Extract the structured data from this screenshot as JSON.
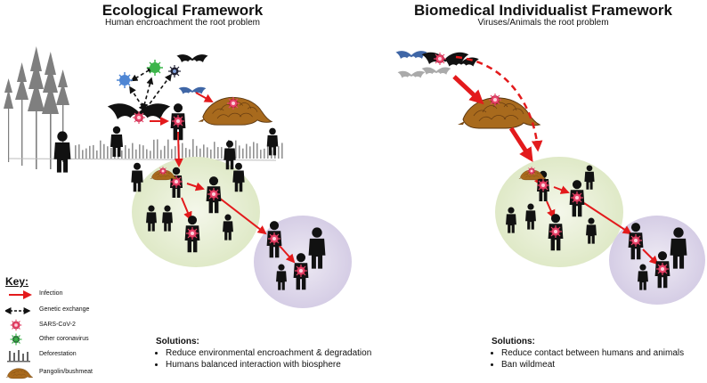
{
  "ecological": {
    "title": "Ecological Framework",
    "subtitle": "Human encroachment the root problem",
    "solutions_heading": "Solutions:",
    "solutions": [
      "Reduce environmental encroachment & degradation",
      "Humans balanced interaction with biosphere"
    ]
  },
  "biomedical": {
    "title": "Biomedical Individualist Framework",
    "subtitle": "Viruses/Animals the root problem",
    "solutions_heading": "Solutions:",
    "solutions": [
      "Reduce contact between humans and animals",
      "Ban wildmeat"
    ]
  },
  "key": {
    "title": "Key:",
    "items": [
      {
        "label": "Infection",
        "icon": "red-arrow-icon"
      },
      {
        "label": "Genetic exchange",
        "icon": "dashed-double-arrow-icon"
      },
      {
        "label": "SARS-CoV-2",
        "icon": "sars-cov-2-virus-icon"
      },
      {
        "label": "Other coronavirus",
        "icon": "other-coronavirus-icon"
      },
      {
        "label": "Deforestation",
        "icon": "deforestation-icon"
      },
      {
        "label": "Pangolin/bushmeat",
        "icon": "pangolin-icon"
      }
    ]
  },
  "colors": {
    "infection_red": "#e31a1c",
    "green_circle": "#e3eccf",
    "purple_circle": "#ddd6ea",
    "bat_blue": "#3f66a6",
    "pangolin_brown": "#a86a1d",
    "virus_pink": "#e8456a",
    "virus_green": "#3cb54a",
    "virus_blue": "#4f86d4"
  }
}
